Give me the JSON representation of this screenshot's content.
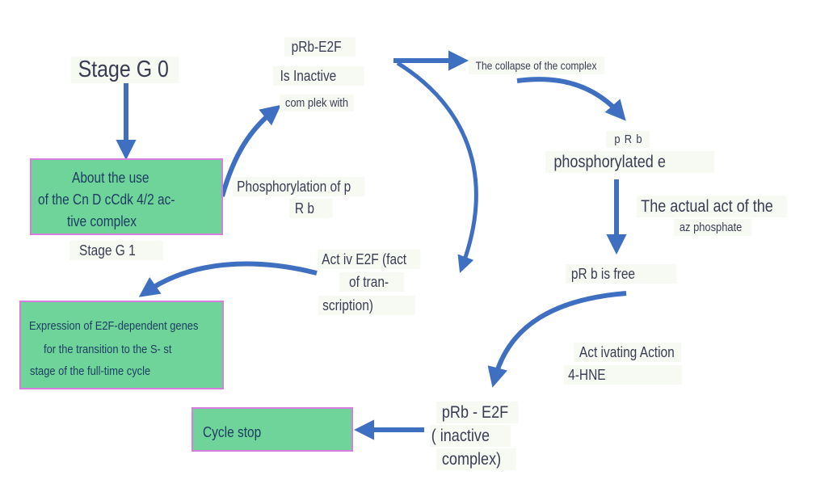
{
  "diagram": {
    "colors": {
      "arrow": "#3f6fc1",
      "box_fill": "#6fd49a",
      "box_border": "#d77de0",
      "text": "#3a3d52",
      "box_text": "#1e3d63"
    },
    "nodes": {
      "stage_g0": "Stage G 0",
      "cyclin_box": [
        "About the use",
        "of the Cn D cCdk 4/2 ac-",
        "tive complex"
      ],
      "stage_g1": "Stage G 1",
      "prb_e2f_top": [
        "pRb-E2F",
        "Is Inactive",
        "com plek with"
      ],
      "phosphorylation": [
        "Phosphorylation of p",
        "R b"
      ],
      "collapse": "The collapse of the complex",
      "prb_phos": [
        "p R b",
        "phosphorylated e"
      ],
      "phosphatase": [
        "The actual act of the",
        "az phosphate"
      ],
      "prb_free": "pR b is free",
      "active_e2f": [
        "Act iv E2F (fact",
        "of tran-",
        "scription)"
      ],
      "expression_box": [
        "Expression of E2F-dependent genes",
        "for the transition to the S- st",
        "stage of the full-time cycle"
      ],
      "hne": [
        "Act ivating Action",
        "4-HNE"
      ],
      "prb_e2f_bottom": [
        "pRb - E2F",
        "( inactive",
        "complex)"
      ],
      "cycle_stop_box": "Cycle stop"
    }
  }
}
